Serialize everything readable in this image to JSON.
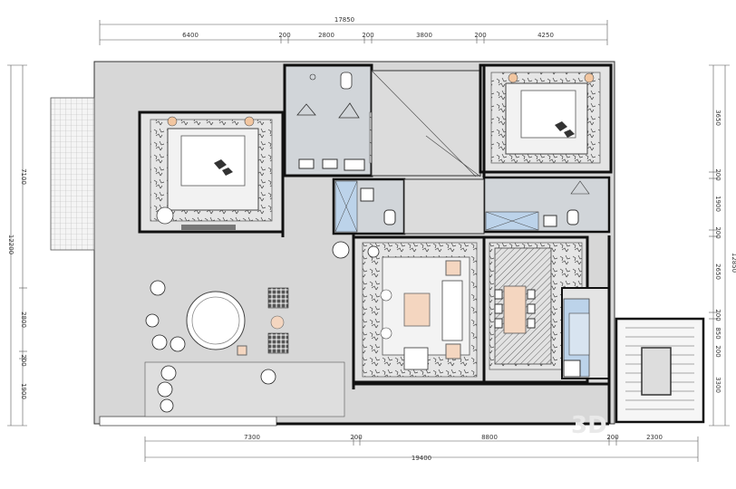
{
  "dimensions": {
    "top_total": "17850",
    "top_segments": [
      "6400",
      "200",
      "2800",
      "200",
      "3800",
      "200",
      "4250"
    ],
    "bottom_segments": [
      "7300",
      "200",
      "8800",
      "200",
      "2300"
    ],
    "bottom_total": "19400",
    "left_total": "12200",
    "left_segments": [
      "7100",
      "2800",
      "200",
      "1900"
    ],
    "right_total": "12850",
    "right_segments": [
      "3650",
      "200",
      "1900",
      "200",
      "2650",
      "200",
      "850",
      "200",
      "3300"
    ]
  },
  "watermark": "3D"
}
